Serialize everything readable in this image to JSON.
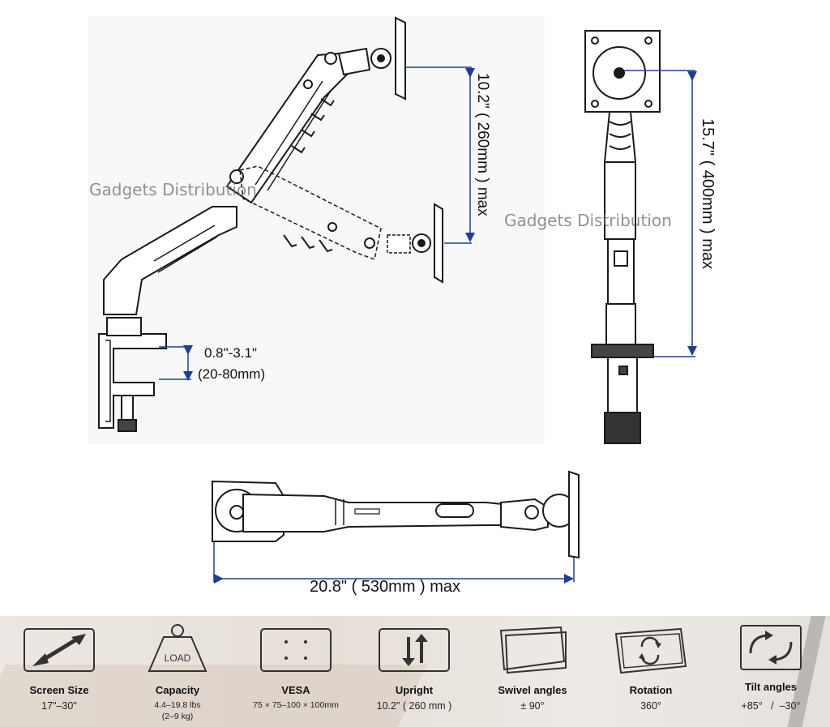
{
  "watermarks": [
    "Gadgets Distribution",
    "Gadgets Distribution"
  ],
  "dimensions": {
    "height_range": "10.2\" ( 260mm ) max",
    "clamp_range_in": "0.8\"-3.1\"",
    "clamp_range_mm": "(20-80mm)",
    "front_height": "15.7\" ( 400mm ) max",
    "top_reach": "20.8\" ( 530mm ) max"
  },
  "specs": [
    {
      "label": "Screen Size",
      "value": "17\"–30\"",
      "icon": "diagonal-arrow-icon"
    },
    {
      "label": "Capacity",
      "value": "4.4–19.8 lbs",
      "value2": "(2–9 kg)",
      "icon": "weight-icon",
      "icon_text": "LOAD"
    },
    {
      "label": "VESA",
      "value": "75 × 75–100 × 100mm",
      "icon": "vesa-plate-icon"
    },
    {
      "label": "Upright",
      "value": "10.2\" ( 260 mm )",
      "icon": "up-down-arrows-icon"
    },
    {
      "label": "Swivel angles",
      "value": "± 90°",
      "icon": "swivel-screens-icon"
    },
    {
      "label": "Rotation",
      "value": "360°",
      "icon": "rotation-icon"
    },
    {
      "label": "Tilt angles",
      "value": "+85°   /  –30°",
      "icon": "tilt-arrows-icon"
    }
  ],
  "colors": {
    "dimension_line": "#1f3f8f",
    "line_art": "#1a1a1a",
    "spec_bar_bg": "#e8e2dc"
  }
}
